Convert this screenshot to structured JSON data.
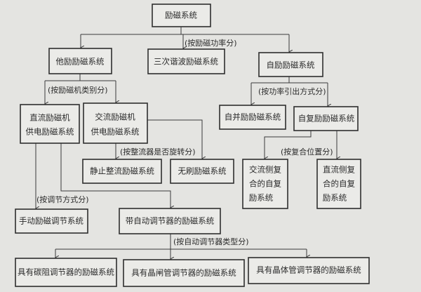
{
  "nodes": {
    "root": "励磁系统",
    "separate": "他励励磁系统",
    "third_harmonic": "三次谐波励磁系统",
    "self": "自励励磁系统",
    "dc_exciter": [
      "直流励磁机",
      "供电励磁系统"
    ],
    "ac_exciter": [
      "交流励磁机",
      "供电励磁系统"
    ],
    "self_shunt": "自并励励磁系统",
    "self_compound": "自复励励磁系统",
    "static_rectifier": "静止整流励磁系统",
    "brushless": "无刷励磁系统",
    "ac_side_compound": [
      "交流侧复",
      "合的自复",
      "励系统"
    ],
    "dc_side_compound": [
      "直流侧复",
      "合的自复",
      "励系统"
    ],
    "manual": "手动励磁调节系统",
    "auto": "带自动调节器的励磁系统",
    "carbon_pile": "具有碳阻调节器的励磁系统",
    "thyristor": "具有晶闸管调节器的励磁系统",
    "transistor": "具有晶体管调节器的励磁系统"
  },
  "labels": {
    "by_power": "(按励磁功率分)",
    "by_exciter_type": "(按励磁机类别分)",
    "by_power_source": "(按功率引出方式分)",
    "by_rectifier_rotation": "(按整流器是否旋转分)",
    "by_compound_position": "(按复合位置分)",
    "by_regulation_mode": "(按调节方式分)",
    "by_regulator_type": "(按自动调节器类型分)"
  }
}
